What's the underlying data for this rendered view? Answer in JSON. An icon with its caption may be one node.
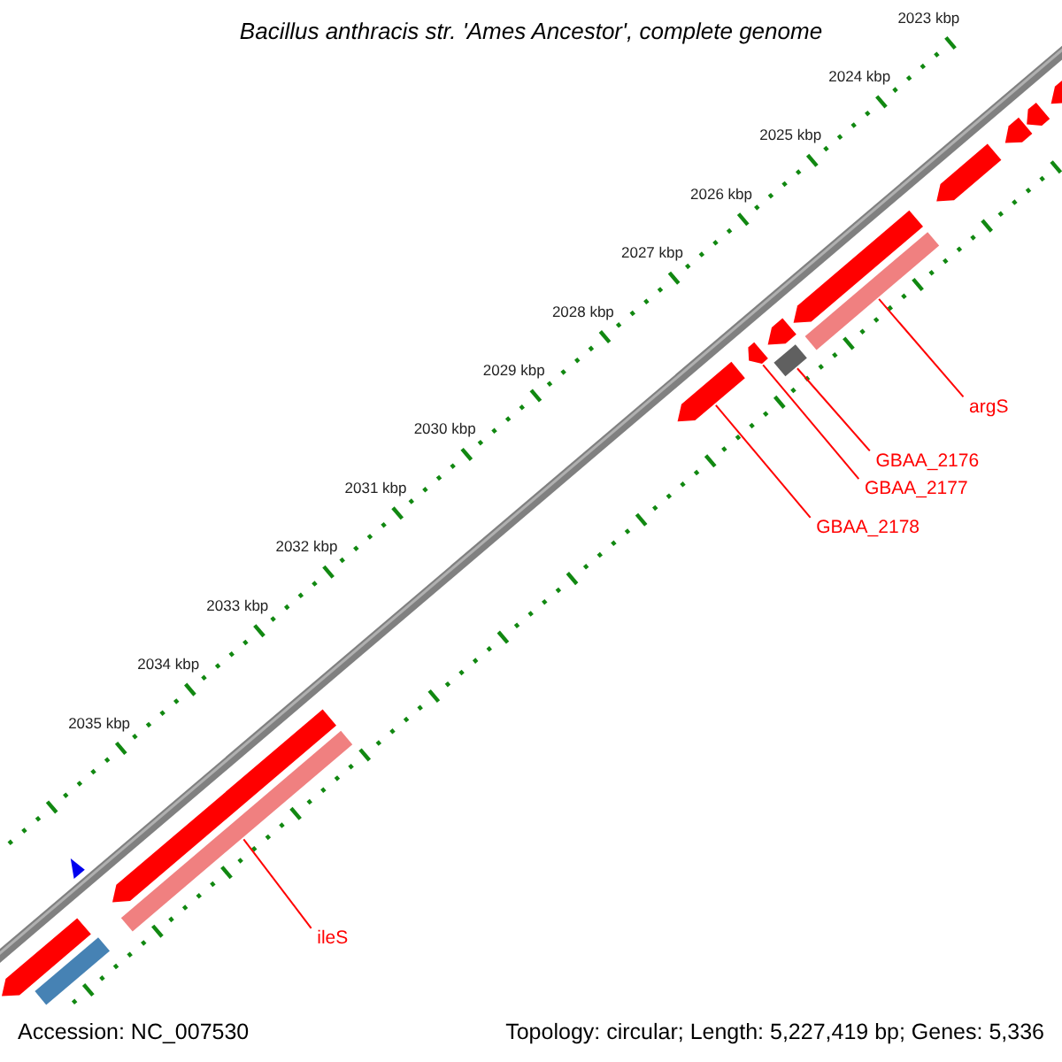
{
  "diagram": {
    "title": "Bacillus anthracis str. 'Ames Ancestor', complete genome",
    "nodes": [
      {
        "text": [
          "argS"
        ]
      },
      {
        "text": [
          "GBAA_2176"
        ]
      },
      {
        "text": [
          "GBAA_2177"
        ]
      },
      {
        "text": [
          "GBAA_2178"
        ]
      },
      {
        "text": [
          "ileS"
        ]
      },
      {
        "text": [],
        "shape": "bar"
      },
      {
        "text": [],
        "shape": "box"
      },
      {
        "text": [],
        "shape": "arrow"
      },
      {
        "text": [],
        "shape": "arrow"
      },
      {
        "text": [],
        "shape": "bar"
      },
      {
        "text": [],
        "shape": "arrow"
      },
      {
        "text": [],
        "shape": "arrow"
      },
      {
        "text": [],
        "shape": "arrow"
      },
      {
        "text": [],
        "shape": "arrow"
      },
      {
        "text": [],
        "shape": "arrow"
      },
      {
        "text": [],
        "shape": "arrow"
      },
      {
        "text": [],
        "shape": "arrow"
      },
      {
        "text": [],
        "shape": "arrow"
      },
      {
        "text": [],
        "shape": "bar"
      }
    ],
    "edges": [
      {
        "from": 0,
        "to": 5,
        "arrow": "none"
      },
      {
        "from": 1,
        "to": 6,
        "arrow": "none"
      },
      {
        "from": 2,
        "to": 7,
        "arrow": "none"
      },
      {
        "from": 3,
        "to": 8,
        "arrow": "none"
      },
      {
        "from": 4,
        "to": 9,
        "arrow": "none"
      }
    ],
    "labels": [
      "2023 kbp",
      "2024 kbp",
      "2025 kbp",
      "2026 kbp",
      "2027 kbp",
      "2028 kbp",
      "2029 kbp",
      "2030 kbp",
      "2031 kbp",
      "2032 kbp",
      "2033 kbp",
      "2034 kbp",
      "2035 kbp",
      "Accession: NC_007530",
      "Topology: circular; Length: 5,227,419 bp; Genes: 5,336"
    ]
  }
}
